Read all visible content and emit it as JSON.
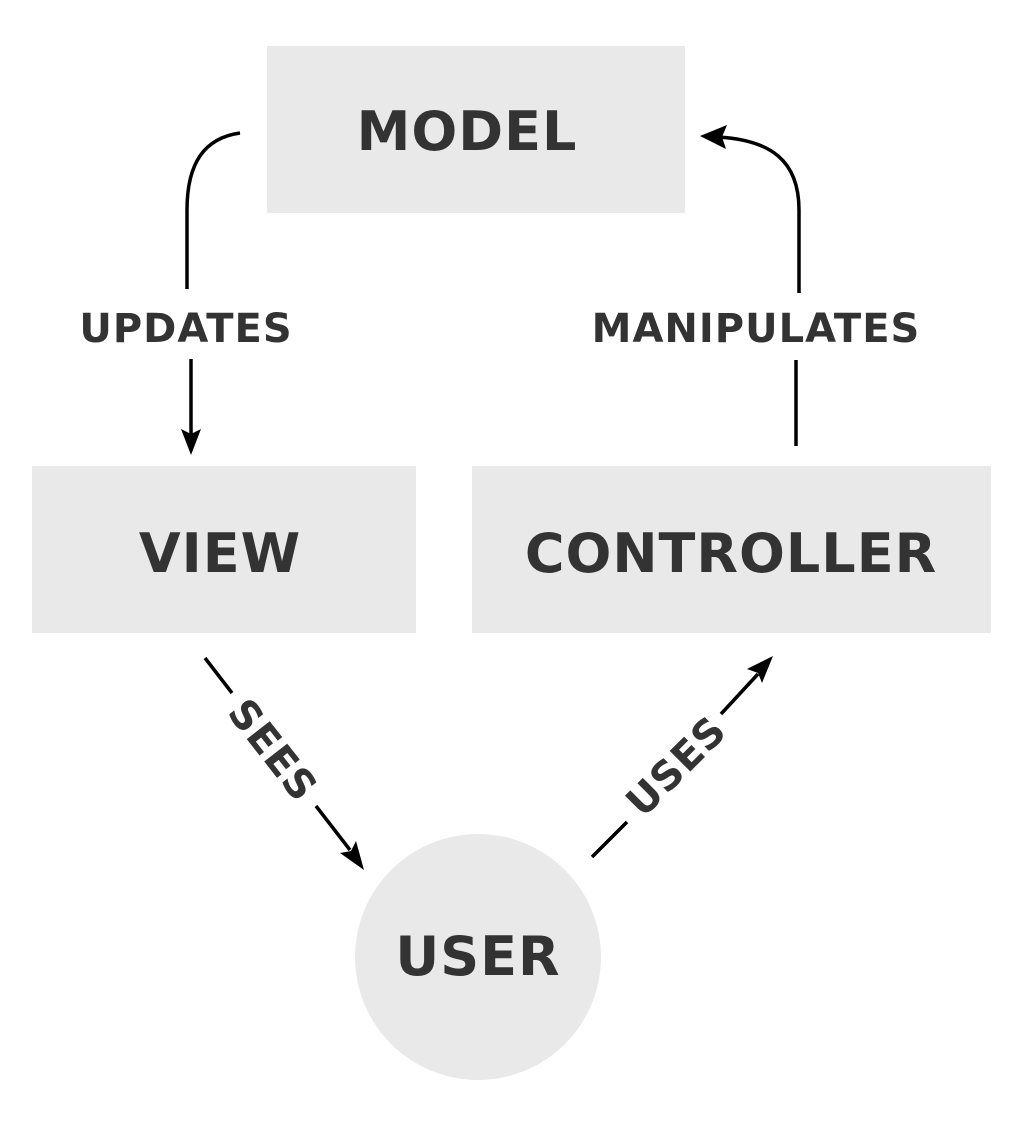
{
  "diagram": {
    "nodes": {
      "model": {
        "label": "MODEL"
      },
      "view": {
        "label": "VIEW"
      },
      "controller": {
        "label": "CONTROLLER"
      },
      "user": {
        "label": "USER"
      }
    },
    "edges": {
      "model_to_view": {
        "from": "MODEL",
        "to": "VIEW",
        "label": "UPDATES"
      },
      "controller_to_model": {
        "from": "CONTROLLER",
        "to": "MODEL",
        "label": "MANIPULATES"
      },
      "view_to_user": {
        "from": "VIEW",
        "to": "USER",
        "label": "SEES"
      },
      "user_to_controller": {
        "from": "USER",
        "to": "CONTROLLER",
        "label": "USES"
      }
    },
    "colors": {
      "node_fill": "#e9e9e9",
      "text": "#333333",
      "edge": "#000000"
    }
  }
}
